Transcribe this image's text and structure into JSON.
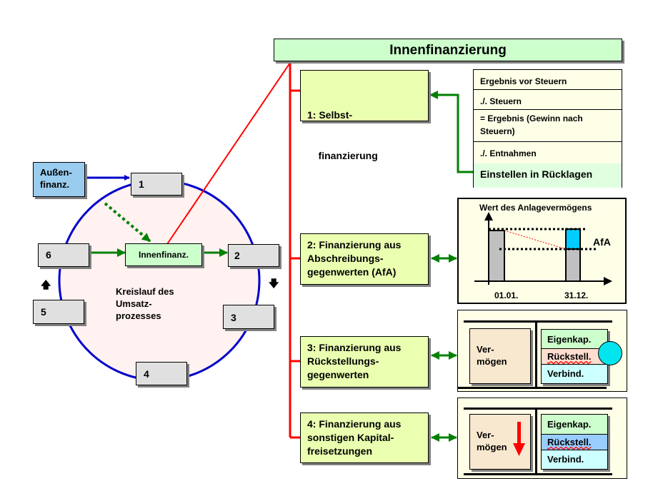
{
  "title": "Innenfinanzierung",
  "colors": {
    "title_bg": "#ccffcc",
    "method_bg": "#eaffb0",
    "aussen_bg": "#99ccee",
    "cycle_fill": "#fff2f0",
    "cycle_stroke": "#0000cc",
    "step_bg": "#e0e0e0",
    "connector_red": "#ff0000",
    "connector_green": "#008000",
    "panel_bg": "#ffffe8"
  },
  "cycle": {
    "label": "Kreislauf des Umsatz- prozesses",
    "label_lines": [
      "Kreislauf des",
      "Umsatz-",
      "prozesses"
    ],
    "steps": [
      "1",
      "2",
      "3",
      "4",
      "5",
      "6"
    ],
    "aussen_lines": [
      "Außen-",
      "finanz."
    ],
    "innen": "Innenfinanz.",
    "up_arrow_icon": "arrow-up",
    "down_arrow_icon": "arrow-down"
  },
  "methods": [
    {
      "lines": [
        "1: Selbst-",
        "    finanzierung"
      ]
    },
    {
      "lines": [
        "2: Finanzierung aus",
        "Abschreibungs-",
        "gegenwerten (AfA)"
      ]
    },
    {
      "lines": [
        "3: Finanzierung aus",
        "Rückstellungs-",
        "gegenwerten"
      ]
    },
    {
      "lines": [
        "4: Finanzierung aus",
        "sonstigen Kapital-",
        "freisetzungen"
      ]
    }
  ],
  "selbst": {
    "rows": [
      "Ergebnis vor Steuern",
      "./. Steuern",
      "= Ergebnis (Gewinn nach Steuern)",
      "./. Entnahmen"
    ],
    "highlight": "Einstellen in Rücklagen"
  },
  "afa": {
    "title": "Wert des Anlagevermögens",
    "label": "AfA",
    "x_labels": [
      "01.01.",
      "31.12."
    ]
  },
  "bilanz3": {
    "asset_lines": [
      "Ver-",
      "mögen"
    ],
    "liabilities": [
      "Eigenkap.",
      "Rückstell.",
      "Verbind."
    ]
  },
  "bilanz4": {
    "asset_lines": [
      "Ver-",
      "mögen"
    ],
    "liabilities": [
      "Eigenkap.",
      "Rückstell.",
      "Verbind."
    ]
  }
}
